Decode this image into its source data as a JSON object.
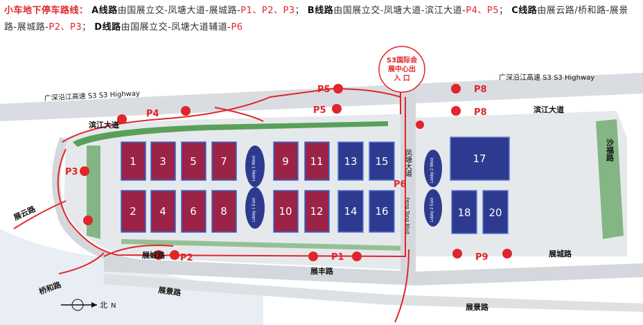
{
  "header": {
    "title": "小车地下停车路线：",
    "segments": [
      {
        "route": "A线路",
        "text": "由国展立交-凤塘大道-展城路-",
        "parking": "P1、P2、P3",
        "end": "；"
      },
      {
        "route": "B线路",
        "text": "由国展立交-凤塘大道-滨江大道-",
        "parking": "P4、P5",
        "end": "；"
      },
      {
        "route": "C线路",
        "text": "由展云路/桥和路-展景路-展城路-",
        "parking": "P2、P3",
        "end": "；"
      },
      {
        "route": "D线路",
        "text": "由国展立交-凤塘大道辅道-",
        "parking": "P6",
        "end": ""
      }
    ]
  },
  "roads": {
    "highway_left": "广深沿江高速 S3  S3 Highway",
    "highway_right": "广深沿江高速 S3  S3 Highway",
    "binjiang_left": "滨江大道",
    "binjiang_right": "滨江大道",
    "zhanyun": "展云路",
    "qiaohe": "桥和路",
    "zhancheng_left": "展城路",
    "zhancheng_right": "展城路",
    "zhanfeng": "展丰路",
    "zhanjing_left": "展景路",
    "zhanjing_right": "展景路",
    "fengtang": "凤塘大道",
    "fengtang_en": "Feng Tang Blvd",
    "shafu": "沙福路"
  },
  "parking": [
    "P1",
    "P2",
    "P3",
    "P4",
    "P5",
    "P5",
    "P6",
    "P8",
    "P8",
    "P9"
  ],
  "s3_exit": {
    "line1": "S3国际会",
    "line2": "展中心出",
    "line3": "入    口"
  },
  "halls_red": [
    "1",
    "2",
    "3",
    "4",
    "5",
    "6",
    "7",
    "8",
    "9",
    "10",
    "11",
    "12"
  ],
  "halls_blue": [
    "13",
    "14",
    "15",
    "16",
    "17",
    "18",
    "20"
  ],
  "lobbies": {
    "west_upper": "Lobby 1 West",
    "west_lower": "Lobby 1 East",
    "east_upper": "Lobby 2 West",
    "east_lower": "Lobby 2 East"
  },
  "compass": {
    "label": "北",
    "letter": "N"
  },
  "colors": {
    "hall_red": "#9b2347",
    "hall_blue": "#2e3a8f",
    "route_red": "#e0252b",
    "road_gray": "#cfd3d7",
    "green": "#3f8f3f",
    "ground": "#eceff1"
  }
}
